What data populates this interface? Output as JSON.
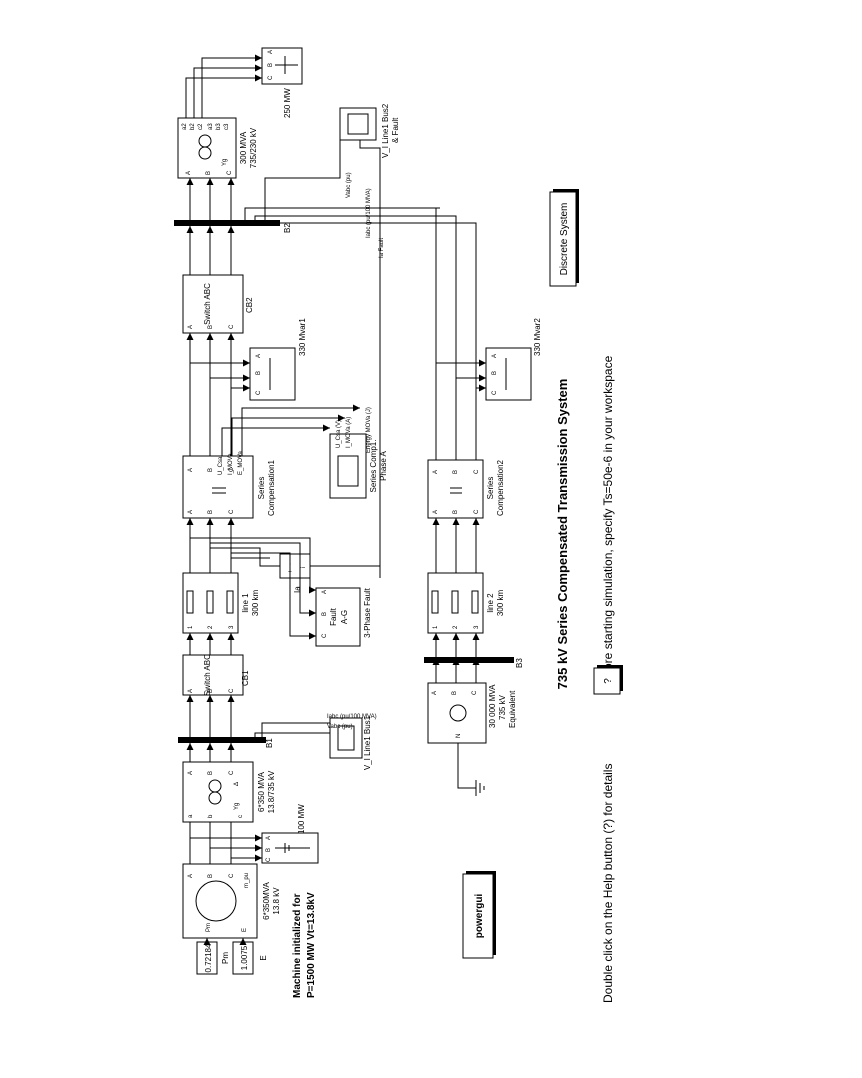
{
  "title": "735 kV Series Compensated Transmission System",
  "notes": {
    "help": "Double click on the Help button (?) for details",
    "sim": "Before starting simulation, specify Ts=50e-6 in your workspace",
    "init1": "Machine initialized for",
    "init2": "P=1500 MW Vt=13.8kV"
  },
  "buttons": {
    "discrete": "Discrete System",
    "help": "?",
    "powergui": "powergui"
  },
  "constants": {
    "pm_value": "0.72184",
    "pm_label": "Pm",
    "e_value": "1.0075",
    "e_label": "E"
  },
  "machine": {
    "line1": "6*350MVA",
    "line2": "13.8 kV",
    "port_pm": "Pm",
    "port_e": "E",
    "port_m": "m_pu",
    "pa": "A",
    "pb": "B",
    "pc": "C"
  },
  "load100": {
    "label": "100 MW",
    "pa": "A",
    "pb": "B",
    "pc": "C"
  },
  "tr1": {
    "line1": "6*350 MVA",
    "line2": "13.8/735 kV",
    "ia": "A",
    "ib": "B",
    "ic": "C",
    "oa": "a",
    "ob": "b",
    "oc": "c",
    "wind1": "Yg",
    "wind2": "Δ"
  },
  "b1": "B1",
  "cb1": {
    "label": "CB1",
    "text": "Switch ABC",
    "pa": "A",
    "pb": "B",
    "pc": "C"
  },
  "line1": {
    "line1": "line 1",
    "line2": "300 km",
    "p1": "1",
    "p2": "2",
    "p3": "3"
  },
  "ia_meas": {
    "label": "Ia",
    "plus": "+",
    "minus": "-",
    "i": "i"
  },
  "fault": {
    "line1": "Fault",
    "line2": "A-G",
    "label": "3-Phase Fault",
    "pa": "A",
    "pb": "B",
    "pc": "C"
  },
  "scope1": {
    "label": "V_I Line1 Bus1",
    "in1": "Vabc (pu)",
    "in2": "Iabc (pu/100 MVA)"
  },
  "sc1": {
    "line1": "Series",
    "line2": "Compensation1",
    "u": "U_Csa",
    "i": "I_MOVa",
    "e": "E_MOVa",
    "pa": "A",
    "pb": "B",
    "pc": "C"
  },
  "scope_sc": {
    "line1": "Series Comp1.",
    "line2": "Phase  A",
    "in1": "U_Csa (V)",
    "in2": "I_MOVa (A)",
    "in3": "Energy MOVa (J)"
  },
  "load330a": {
    "label": "330 Mvar1",
    "pa": "A",
    "pb": "B",
    "pc": "C"
  },
  "cb2": {
    "label": "CB2",
    "text": "Switch ABC",
    "pa": "A",
    "pb": "B",
    "pc": "C"
  },
  "b2": "B2",
  "tr2": {
    "line1": "300 MVA",
    "line2": "735/230 kV",
    "ia": "A",
    "ib": "B",
    "ic": "C",
    "o1": "a2",
    "o2": "b2",
    "o3": "c2",
    "o4": "a3",
    "o5": "b3",
    "o6": "c3",
    "wind": "Yg"
  },
  "load250": {
    "label": "250 MW",
    "pa": "A",
    "pb": "B",
    "pc": "C"
  },
  "scope2": {
    "line1": "V_I Line1 Bus2",
    "line2": "& Fault",
    "in1": "Vabc (pu)",
    "in2": "Iabc (pu/100 MVA)",
    "in3": "Ia Fault"
  },
  "source": {
    "line1": "30 000 MVA",
    "line2": "735 kV",
    "line3": "Equivalent",
    "pa": "A",
    "pb": "B",
    "pc": "C",
    "n": "N"
  },
  "b3": "B3",
  "line2": {
    "line1": "line 2",
    "line2": "300 km",
    "p1": "1",
    "p2": "2",
    "p3": "3"
  },
  "sc2": {
    "line1": "Series",
    "line2": "Compensation2",
    "pa": "A",
    "pb": "B",
    "pc": "C"
  },
  "load330b": {
    "label": "330 Mvar2",
    "pa": "A",
    "pb": "B",
    "pc": "C"
  }
}
